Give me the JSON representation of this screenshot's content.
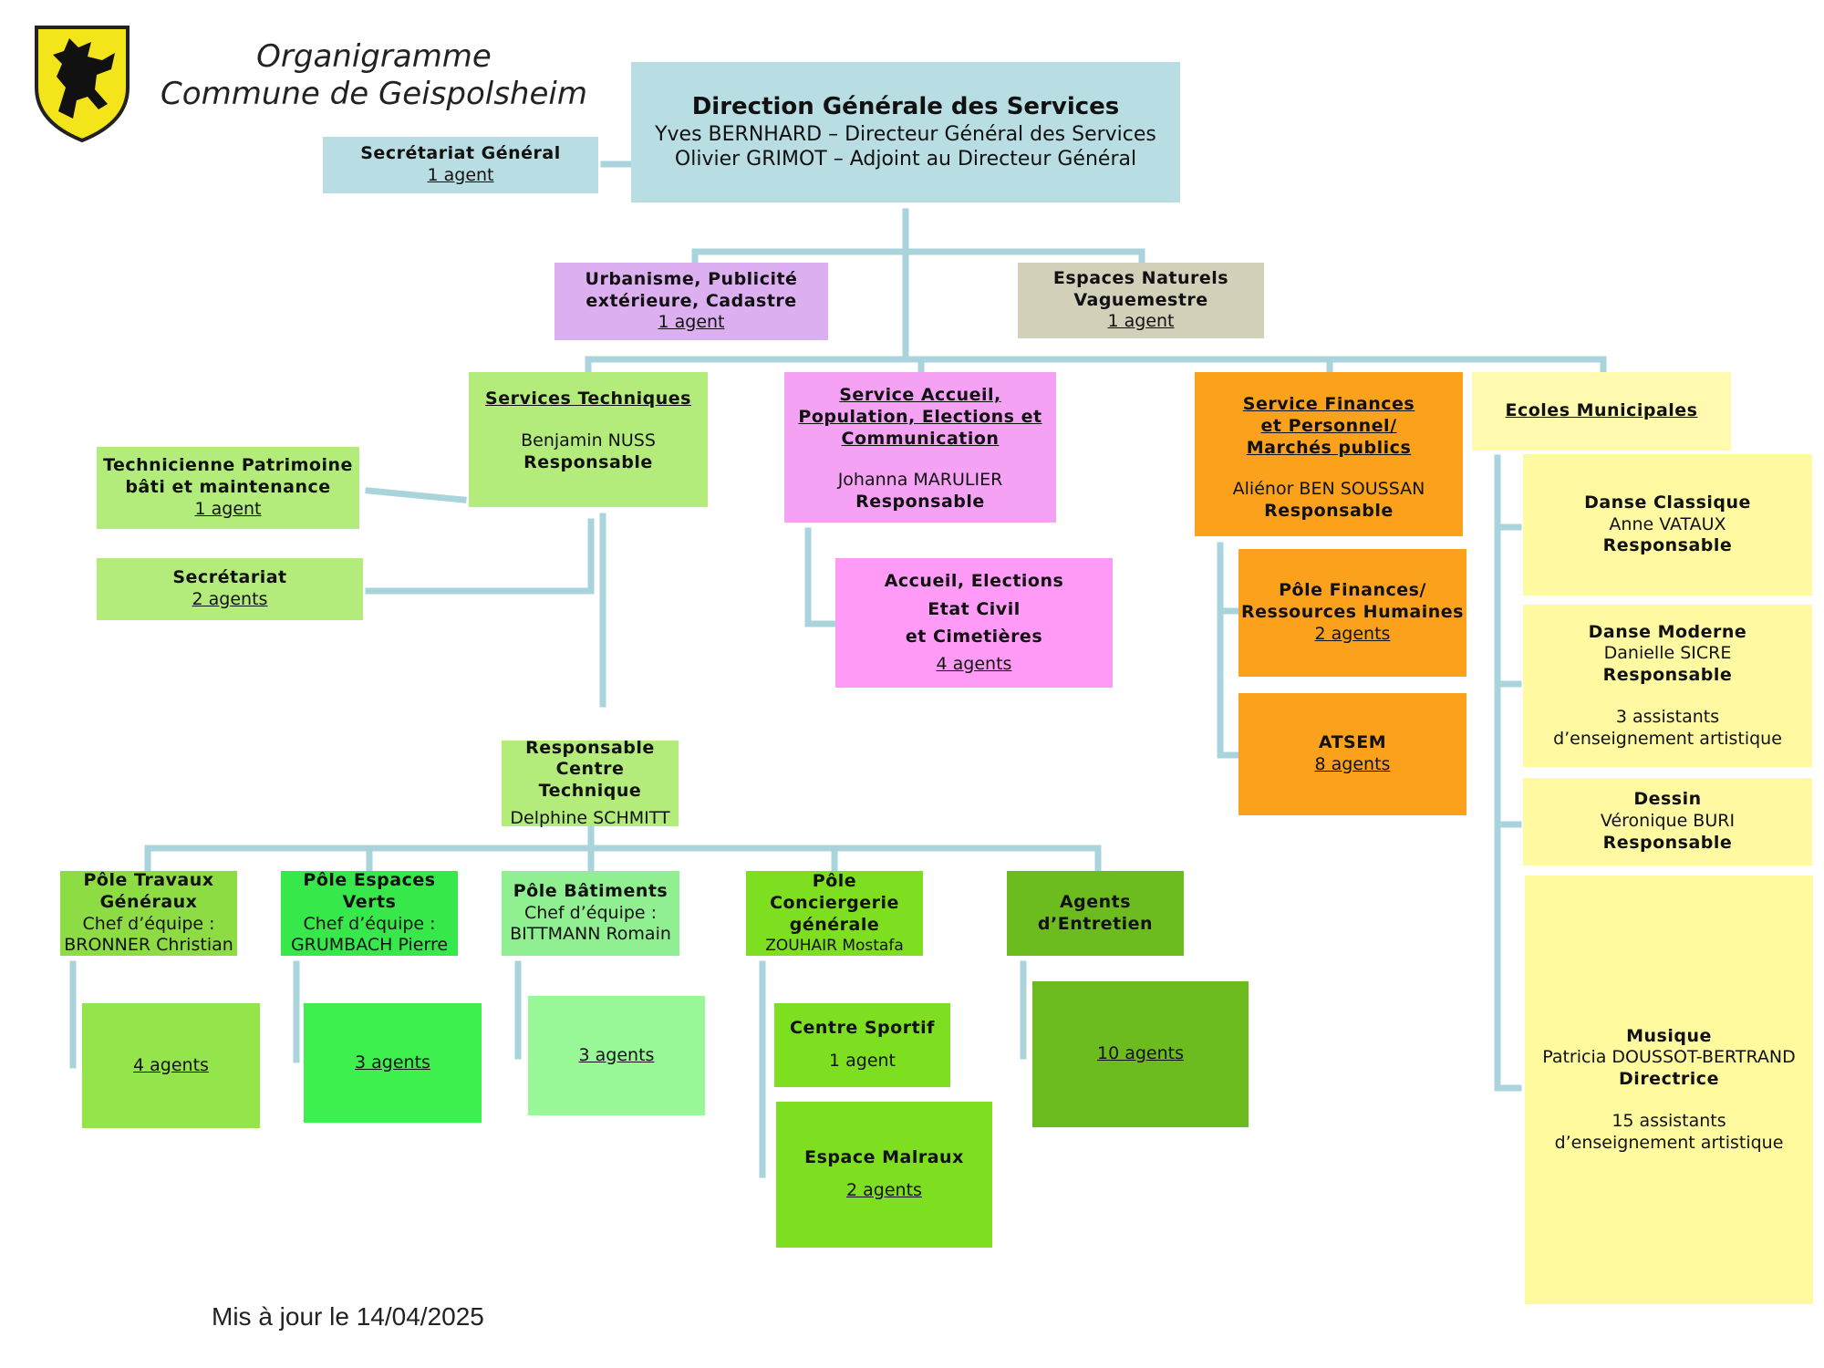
{
  "header": {
    "title_line1": "Organigramme",
    "title_line2": "Commune de Geispolsheim",
    "logo_icon": "shield-rampant-beast-icon"
  },
  "colors": {
    "connector": "#a9d4dc",
    "dgs": "#b8dde2",
    "urbanisme": "#dcb0f0",
    "espaces_naturels": "#d2d0b8",
    "techniques": "#b4ec7c",
    "accueil": "#f5a2f5",
    "accueil_sub": "#ff9af7",
    "finances": "#fba11c",
    "ecoles": "#fffab0",
    "ecoles_sub": "#fff9a2"
  },
  "dgs": {
    "title": "Direction Générale des Services",
    "line1": "Yves BERNHARD – Directeur Général des Services",
    "line2": "Olivier GRIMOT – Adjoint au Directeur Général"
  },
  "secretariat_general": {
    "title": "Secrétariat Général",
    "agents": "1 agent"
  },
  "urbanisme": {
    "line1": "Urbanisme, Publicité",
    "line2": "extérieure, Cadastre",
    "agents": "1 agent"
  },
  "espaces_naturels": {
    "line1": "Espaces Naturels",
    "line2": "Vaguemestre",
    "agents": "1 agent"
  },
  "services_techniques": {
    "title": "Services Techniques",
    "name": "Benjamin NUSS",
    "role": "Responsable",
    "technicienne": {
      "line1": "Technicienne Patrimoine",
      "line2": "bâti et maintenance",
      "agents": "1 agent"
    },
    "secretariat": {
      "title": "Secrétariat",
      "agents": "2 agents"
    },
    "centre_technique": {
      "line1": "Responsable",
      "line2": "Centre Technique",
      "name": "Delphine SCHMITT",
      "poles": [
        {
          "line1": "Pôle Travaux",
          "line2": "Généraux",
          "line3": "Chef d’équipe :",
          "line4": "BRONNER Christian",
          "agents": "4 agents"
        },
        {
          "line1": "Pôle Espaces",
          "line2": "Verts",
          "line3": "Chef d’équipe :",
          "line4": "GRUMBACH Pierre",
          "agents": "3 agents"
        },
        {
          "line1": "Pôle Bâtiments",
          "line2": "Chef d’équipe :",
          "line3": "BITTMANN Romain",
          "agents": "3 agents"
        },
        {
          "line1": "Pôle",
          "line2": "Conciergerie",
          "line3": "générale",
          "line4": "ZOUHAIR Mostafa"
        },
        {
          "line1": "Agents",
          "line2": "d’Entretien",
          "agents": "10 agents"
        }
      ],
      "centre_sportif": {
        "title": "Centre Sportif",
        "agents": "1 agent"
      },
      "espace_malraux": {
        "title": "Espace Malraux",
        "agents": "2 agents"
      }
    }
  },
  "accueil": {
    "line1": "Service Accueil,",
    "line2": "Population, Elections et",
    "line3": "Communication",
    "name": "Johanna MARULIER",
    "role": "Responsable",
    "sub": {
      "line1": "Accueil, Elections",
      "line2": "Etat Civil",
      "line3": "et Cimetières",
      "agents": "4 agents"
    }
  },
  "finances": {
    "line1": "Service Finances",
    "line2": "et Personnel/",
    "line3": "Marchés publics",
    "name": "Aliénor BEN SOUSSAN",
    "role": "Responsable",
    "pole_rh": {
      "line1": "Pôle Finances/",
      "line2": "Ressources Humaines",
      "agents": "2 agents"
    },
    "atsem": {
      "title": "ATSEM",
      "agents": "8 agents"
    }
  },
  "ecoles": {
    "title": "Ecoles Municipales",
    "danse_classique": {
      "title": "Danse Classique",
      "name": "Anne VATAUX",
      "role": "Responsable"
    },
    "danse_moderne": {
      "title": "Danse Moderne",
      "name": "Danielle SICRE",
      "role": "Responsable",
      "assistants1": "3 assistants",
      "assistants2": "d’enseignement artistique"
    },
    "dessin": {
      "title": "Dessin",
      "name": "Véronique BURI",
      "role": "Responsable"
    },
    "musique": {
      "title": "Musique",
      "name": "Patricia DOUSSOT-BERTRAND",
      "role": "Directrice",
      "assistants1": "15 assistants",
      "assistants2": "d’enseignement artistique"
    }
  },
  "footer": {
    "updated": "Mis à jour le 14/04/2025"
  }
}
